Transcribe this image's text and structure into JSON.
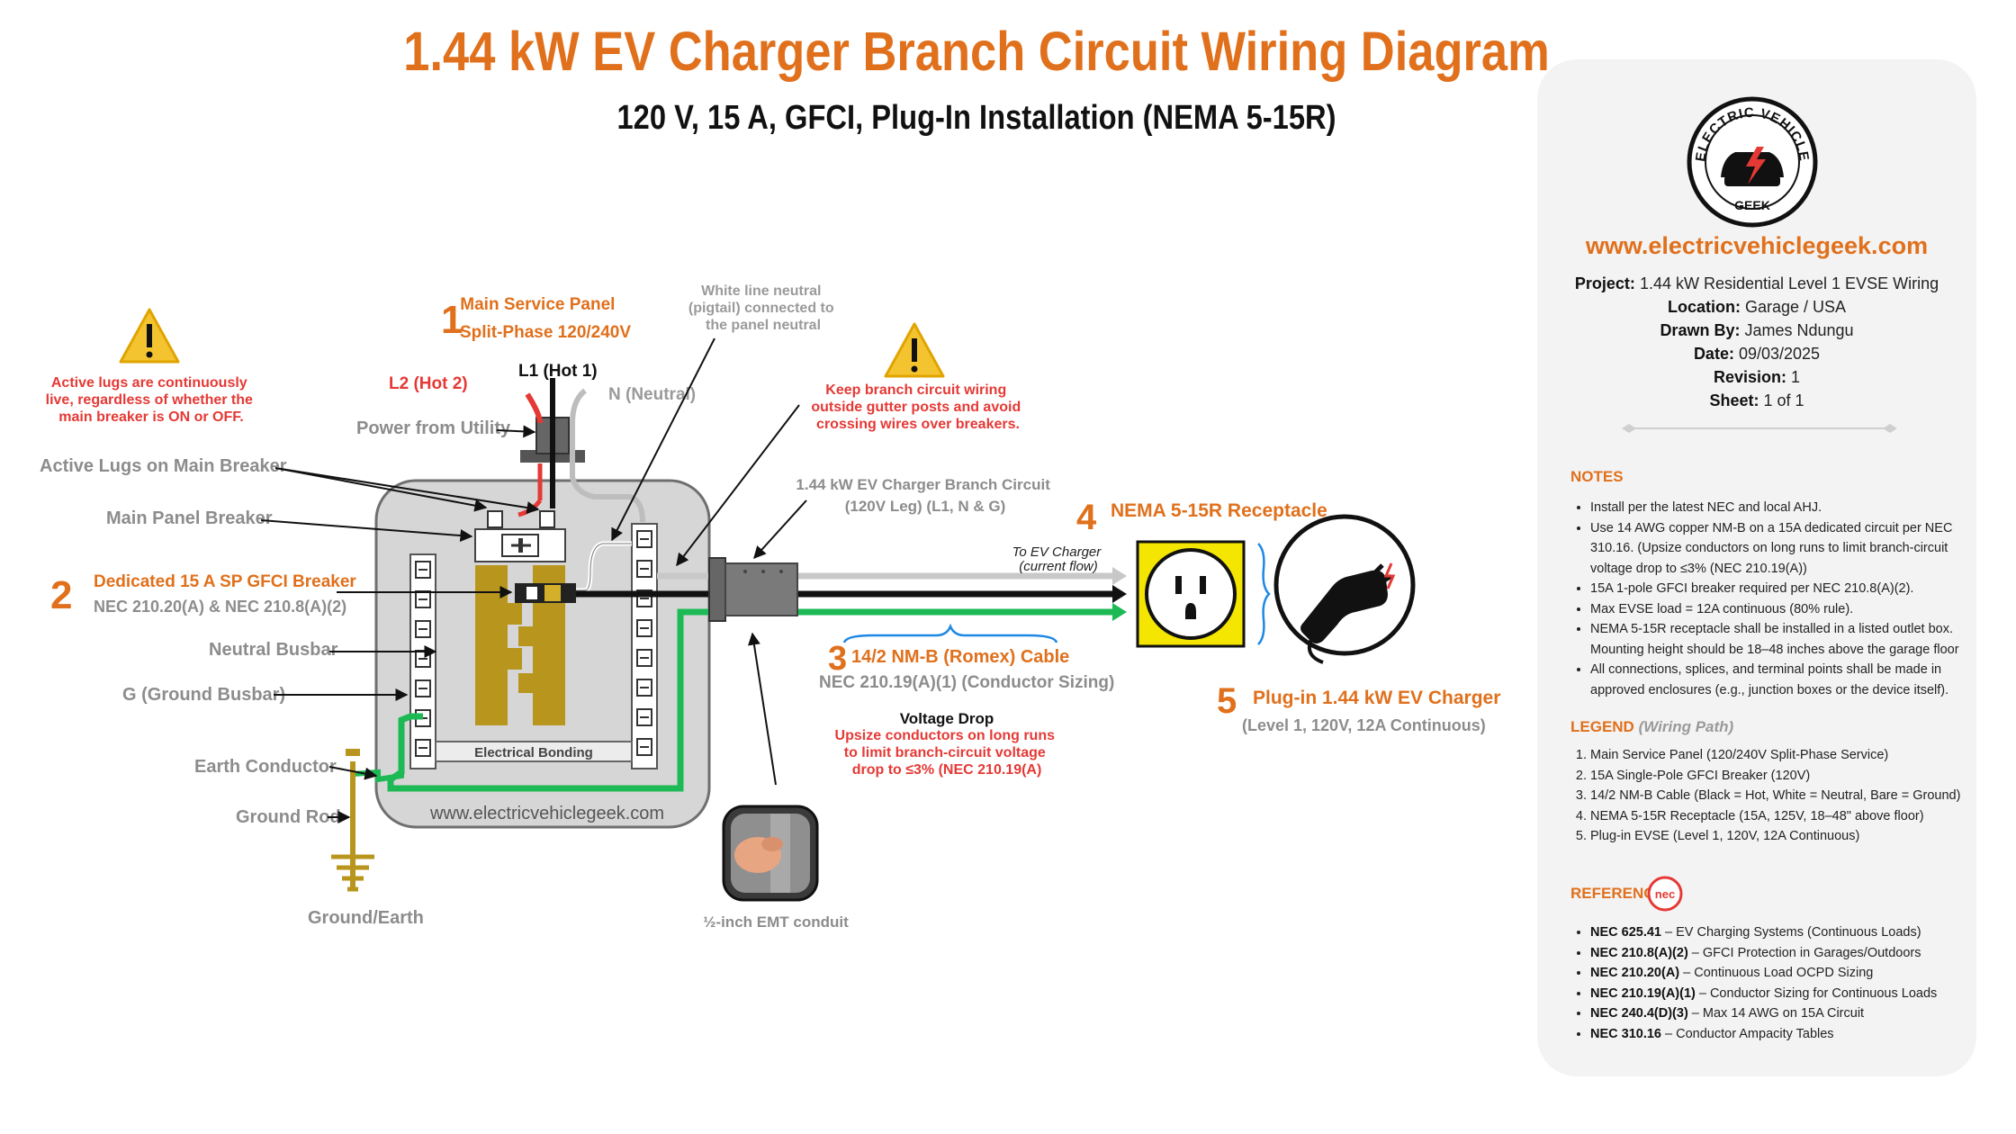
{
  "title": "1.44 kW EV Charger Branch Circuit Wiring Diagram",
  "subtitle": "120 V, 15 A, GFCI, Plug-In Installation (NEMA 5-15R)",
  "diagram": {
    "warning_left": [
      "Active lugs are continuously",
      "live, regardless of whether the",
      "main breaker is ON or OFF."
    ],
    "warning_right": [
      "Keep branch circuit wiring",
      "outside gutter posts and avoid",
      "crossing wires over breakers."
    ],
    "step1_number": "1",
    "step1_label": [
      "Main Service Panel",
      "Split-Phase 120/240V"
    ],
    "neutral_note": [
      "White line neutral",
      "(pigtail) connected to",
      "the panel neutral"
    ],
    "l2_label": "L2 (Hot 2)",
    "l1_label": "L1 (Hot 1)",
    "n_label": "N (Neutral)",
    "power_from_utility": "Power from Utility",
    "active_lugs": "Active Lugs on Main Breaker",
    "main_panel_breaker": "Main Panel Breaker",
    "step2_number": "2",
    "step2_label": "Dedicated 15 A SP GFCI Breaker",
    "step2_code": "NEC 210.20(A) & NEC 210.8(A)(2)",
    "neutral_busbar": "Neutral Busbar",
    "ground_busbar": "G (Ground Busbar)",
    "earth_conductor": "Earth Conductor",
    "ground_rod": "Ground Rod",
    "ground_earth": "Ground/Earth",
    "electrical_bonding": "Electrical Bonding",
    "panel_website": "www.electricvehiclegeek.com",
    "branch_circuit": [
      "1.44 kW EV Charger Branch Circuit",
      "(120V Leg) (L1, N & G)"
    ],
    "to_ev_charger": [
      "To EV Charger",
      "(current flow)"
    ],
    "step3_number": "3",
    "step3_label": "14/2 NM-B (Romex) Cable",
    "step3_code": "NEC 210.19(A)(1) (Conductor Sizing)",
    "voltage_drop_title": "Voltage Drop",
    "voltage_drop_text": [
      "Upsize conductors on long runs",
      "to limit branch-circuit voltage",
      "drop to ≤3% (NEC 210.19(A)"
    ],
    "conduit_label": "½-inch EMT conduit",
    "step4_number": "4",
    "step4_label": "NEMA 5-15R Receptacle",
    "step5_number": "5",
    "step5_label": "Plug-in 1.44 kW EV Charger",
    "step5_sub": "(Level 1, 120V, 12A Continuous)"
  },
  "sidebar": {
    "logo_top": "ELECTRIC VEHICLE",
    "logo_bottom": "GEEK",
    "website": "www.electricvehiclegeek.com",
    "meta": [
      {
        "k": "Project:",
        "v": "1.44 kW Residential Level 1 EVSE Wiring"
      },
      {
        "k": "Location:",
        "v": "Garage / USA"
      },
      {
        "k": "Drawn By:",
        "v": "James Ndungu"
      },
      {
        "k": "Date:",
        "v": "09/03/2025"
      },
      {
        "k": "Revision:",
        "v": "1"
      },
      {
        "k": "Sheet:",
        "v": "1 of 1"
      }
    ],
    "notes_heading": "NOTES",
    "notes": [
      "Install per the latest NEC and local AHJ.",
      "Use 14 AWG copper NM-B on a 15A dedicated circuit per NEC 310.16. (Upsize conductors on long runs to limit branch-circuit voltage drop to ≤3% (NEC 210.19(A))",
      "15A 1-pole GFCI breaker required per NEC 210.8(A)(2).",
      "Max EVSE load = 12A continuous (80% rule).",
      "NEMA 5-15R receptacle shall be installed in a listed outlet box. Mounting height should be 18–48 inches above the garage floor",
      "All connections, splices, and terminal points shall be made in approved enclosures (e.g., junction boxes or the device itself)."
    ],
    "legend_heading": "LEGEND",
    "legend_sub": "(Wiring Path)",
    "legend": [
      "Main Service Panel (120/240V Split-Phase Service)",
      "15A Single-Pole GFCI Breaker (120V)",
      "14/2 NM-B Cable (Black = Hot, White = Neutral, Bare = Ground)",
      "NEMA 5-15R Receptacle (15A, 125V, 18–48\" above floor)",
      "Plug-in EVSE (Level 1, 120V, 12A Continuous)"
    ],
    "refs_heading": "REFERENCES",
    "nec_badge": "nec",
    "refs": [
      {
        "code": "NEC 625.41",
        "text": " – EV Charging Systems (Continuous Loads)"
      },
      {
        "code": "NEC 210.8(A)(2)",
        "text": " – GFCI Protection in Garages/Outdoors"
      },
      {
        "code": "NEC 210.20(A)",
        "text": " – Continuous Load OCPD Sizing"
      },
      {
        "code": "NEC 210.19(A)(1)",
        "text": " – Conductor Sizing for Continuous Loads"
      },
      {
        "code": "NEC 240.4(D)(3)",
        "text": " – Max 14 AWG on 15A Circuit"
      },
      {
        "code": "NEC 310.16",
        "text": " – Conductor Ampacity Tables"
      }
    ]
  },
  "colors": {
    "accent_orange": "#e0701c",
    "warning_red": "#e53935",
    "wire_green": "#1db954",
    "busbar_gold": "#b8961e",
    "receptacle_yellow": "#f4e600",
    "label_gray": "#8c8c8c"
  }
}
